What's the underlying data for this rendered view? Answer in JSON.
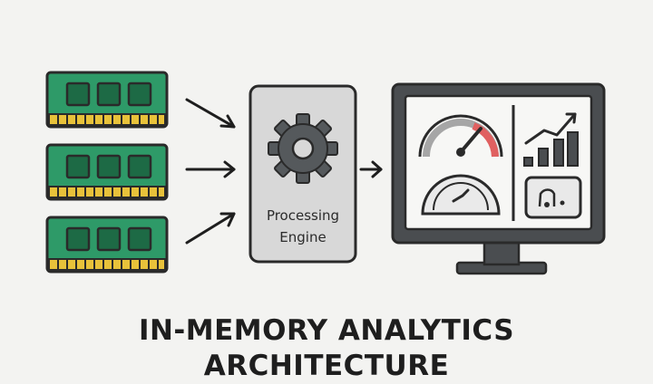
{
  "diagram": {
    "engine_label_line1": "Processing",
    "engine_label_line2": "Engine",
    "title_line1": "IN-MEMORY ANALYTICS",
    "title_line2": "ARCHITECTURE"
  },
  "colors": {
    "ram_board": "#2e9a68",
    "ram_chip": "#1d6a45",
    "ram_pins": "#e8c23a",
    "outline": "#2a2a2a",
    "engine_fill": "#d8d8d8",
    "gear": "#55595c",
    "monitor_frame": "#4a4d50",
    "gauge_red": "#e06060"
  },
  "icons": [
    "ram-module-icon",
    "gear-icon",
    "monitor-icon",
    "speedometer-icon",
    "bar-chart-icon",
    "trend-line-icon"
  ]
}
